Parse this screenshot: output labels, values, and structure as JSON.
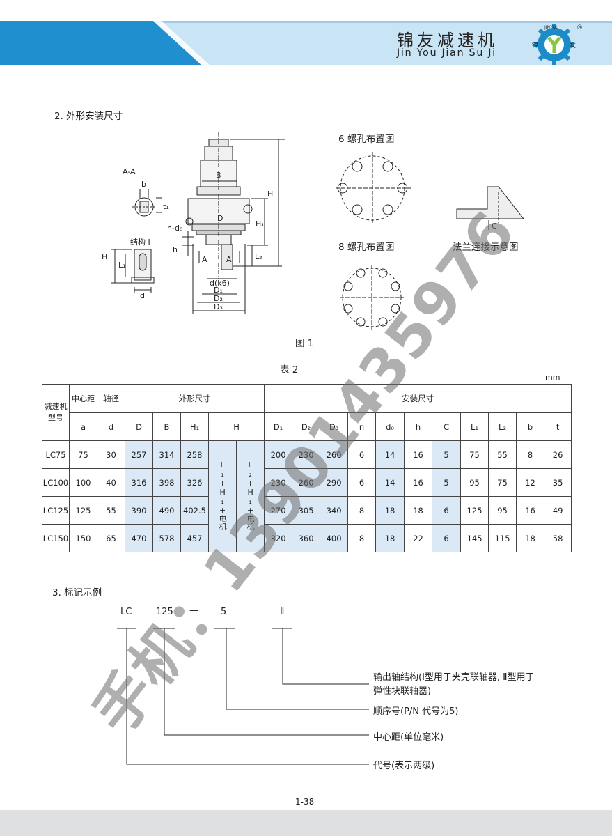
{
  "header": {
    "brand_cn": "锦友减速机",
    "brand_en": "Jin You Jian Su Ji",
    "logo_top": "JINYOU",
    "logo_left": "锦",
    "logo_right": "友",
    "logo_mark": "®"
  },
  "section2": {
    "title": "2. 外形安装尺寸",
    "fig_caption": "图 1",
    "bolt6_title": "6 螺孔布置图",
    "bolt8_title": "8 螺孔布置图",
    "flange_title": "法兰连接示意图",
    "labels": {
      "aa": "A-A",
      "b": "b",
      "t1": "t₁",
      "struct": "结构 Ⅰ",
      "H_left": "H",
      "L1_left": "L₁",
      "d_left": "d",
      "B": "B",
      "D": "D",
      "H_main": "H",
      "H1": "H₁",
      "L2": "L₂",
      "nd0": "n-d₀",
      "h": "h",
      "A1": "A",
      "A2": "A",
      "dk6": "d(k6)",
      "D1": "D₁",
      "D2": "D₂",
      "D3": "D₃",
      "C": "C"
    }
  },
  "table": {
    "title": "表 2",
    "unit": "mm",
    "header_model": "减速机型号",
    "header_center": "中心距",
    "header_shaft": "轴径",
    "header_outline": "外形尺寸",
    "header_install": "安装尺寸",
    "subheaders": [
      "a",
      "d",
      "D",
      "B",
      "H₁",
      "H",
      "D₁",
      "D₂",
      "D₃",
      "n",
      "d₀",
      "h",
      "C",
      "L₁",
      "L₂",
      "b",
      "t"
    ],
    "H_formula_1": "L₁+H₁+电机",
    "H_formula_2": "L₂+H₁+电机",
    "rows": [
      {
        "model": "LC75",
        "a": "75",
        "d": "30",
        "D": "257",
        "B": "314",
        "H1": "258",
        "D1": "200",
        "D2": "230",
        "D3": "260",
        "n": "6",
        "d0": "14",
        "h": "16",
        "C": "5",
        "L1": "75",
        "L2": "55",
        "b": "8",
        "t": "26"
      },
      {
        "model": "LC100",
        "a": "100",
        "d": "40",
        "D": "316",
        "B": "398",
        "H1": "326",
        "D1": "230",
        "D2": "260",
        "D3": "290",
        "n": "6",
        "d0": "14",
        "h": "16",
        "C": "5",
        "L1": "95",
        "L2": "75",
        "b": "12",
        "t": "35"
      },
      {
        "model": "LC125",
        "a": "125",
        "d": "55",
        "D": "390",
        "B": "490",
        "H1": "402.5",
        "D1": "270",
        "D2": "305",
        "D3": "340",
        "n": "8",
        "d0": "18",
        "h": "18",
        "C": "6",
        "L1": "125",
        "L2": "95",
        "b": "16",
        "t": "49"
      },
      {
        "model": "LC150",
        "a": "150",
        "d": "65",
        "D": "470",
        "B": "578",
        "H1": "457",
        "D1": "320",
        "D2": "360",
        "D3": "400",
        "n": "8",
        "d0": "18",
        "h": "22",
        "C": "6",
        "L1": "145",
        "L2": "115",
        "b": "18",
        "t": "58"
      }
    ]
  },
  "section3": {
    "title": "3. 标记示例",
    "code_lc": "LC",
    "code_125": "125",
    "code_dash": "—",
    "code_5": "5",
    "code_II": "Ⅱ",
    "desc_output": "输出轴结构(Ⅰ型用于夹壳联轴器, Ⅱ型用于",
    "desc_output2": "弹性块联轴器)",
    "desc_seq": "顺序号(P/N 代号为5)",
    "desc_center": "中心距(单位毫米)",
    "desc_code": "代号(表示两级)"
  },
  "footer": {
    "page": "1-38"
  },
  "watermark": "手机：13901435976",
  "colors": {
    "header_dark": "#1f8fd0",
    "header_light": "#b9dcf0",
    "table_highlight": "#dbe9f6",
    "footer": "#dfe0e1"
  }
}
